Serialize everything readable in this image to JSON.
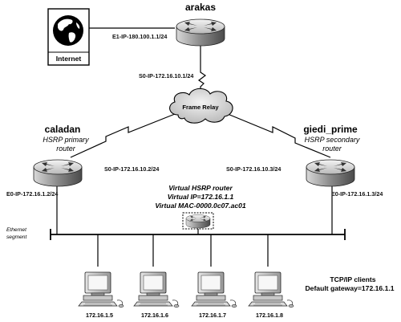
{
  "internet": {
    "label": "Internet"
  },
  "routers": {
    "arakas": {
      "name": "arakas",
      "e1": "E1-IP-180.100.1.1/24",
      "s0": "S0-IP-172.16.10.1/24"
    },
    "caladan": {
      "name": "caladan",
      "role_line1": "HSRP primary",
      "role_line2": "router",
      "s0": "S0-IP-172.16.10.2/24",
      "e0": "E0-IP-172.16.1.2/24"
    },
    "giedi": {
      "name": "giedi_prime",
      "role_line1": "HSRP secondary",
      "role_line2": "router",
      "s0": "S0-IP-172.16.10.3/24",
      "e0": "E0-IP-172.16.1.3/24"
    }
  },
  "frame_relay": {
    "label": "Frame Relay"
  },
  "virtual_router": {
    "line1": "Virtual HSRP router",
    "line2": "Virtual IP=172.16.1.1",
    "line3": "Virtual MAC-0000.0c07.ac01"
  },
  "segment": {
    "line1": "Ethernet",
    "line2": "segment"
  },
  "clients": {
    "title": "TCP/IP clients",
    "gateway": "Default gateway=172.16.1.1",
    "hosts": [
      "172.16.1.5",
      "172.16.1.6",
      "172.16.1.7",
      "172.16.1.8"
    ]
  }
}
